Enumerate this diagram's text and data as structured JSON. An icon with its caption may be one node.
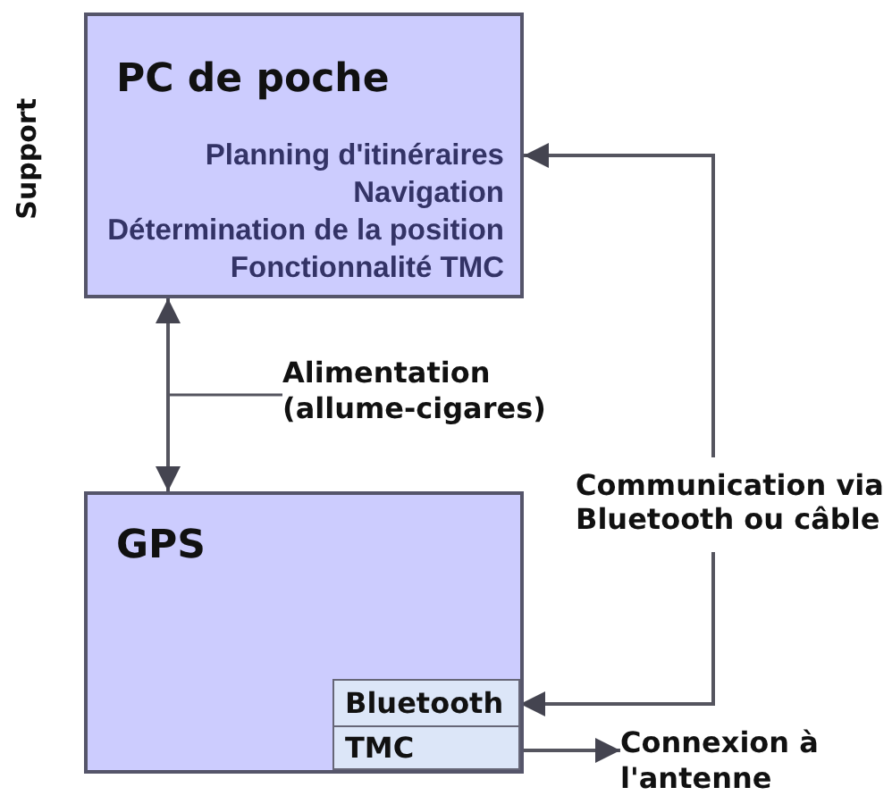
{
  "diagram": {
    "nodes": [
      {
        "text": [
          "PC de poche",
          "Planning d'itinéraires",
          "Navigation",
          "Détermination de la position",
          "Fonctionnalité TMC"
        ]
      },
      {
        "text": [
          "Alimentation (allume-cigares)"
        ]
      },
      {
        "text": [
          "GPS"
        ]
      },
      {
        "text": [
          "Bluetooth"
        ],
        "in": 2
      },
      {
        "text": [
          "TMC"
        ],
        "in": 2
      },
      {
        "text": [
          "Connexion à l'antenne"
        ]
      }
    ],
    "edges": [
      {
        "from": 0,
        "to": 2,
        "arrow": "both"
      },
      {
        "from": 1,
        "to": null,
        "arrow": "none"
      },
      {
        "from": 3,
        "to": 0,
        "arrow": "both",
        "label": "Communication via Bluetooth ou câble"
      },
      {
        "from": 4,
        "to": 5,
        "arrow": "to"
      }
    ],
    "labels": [
      "Support"
    ]
  }
}
